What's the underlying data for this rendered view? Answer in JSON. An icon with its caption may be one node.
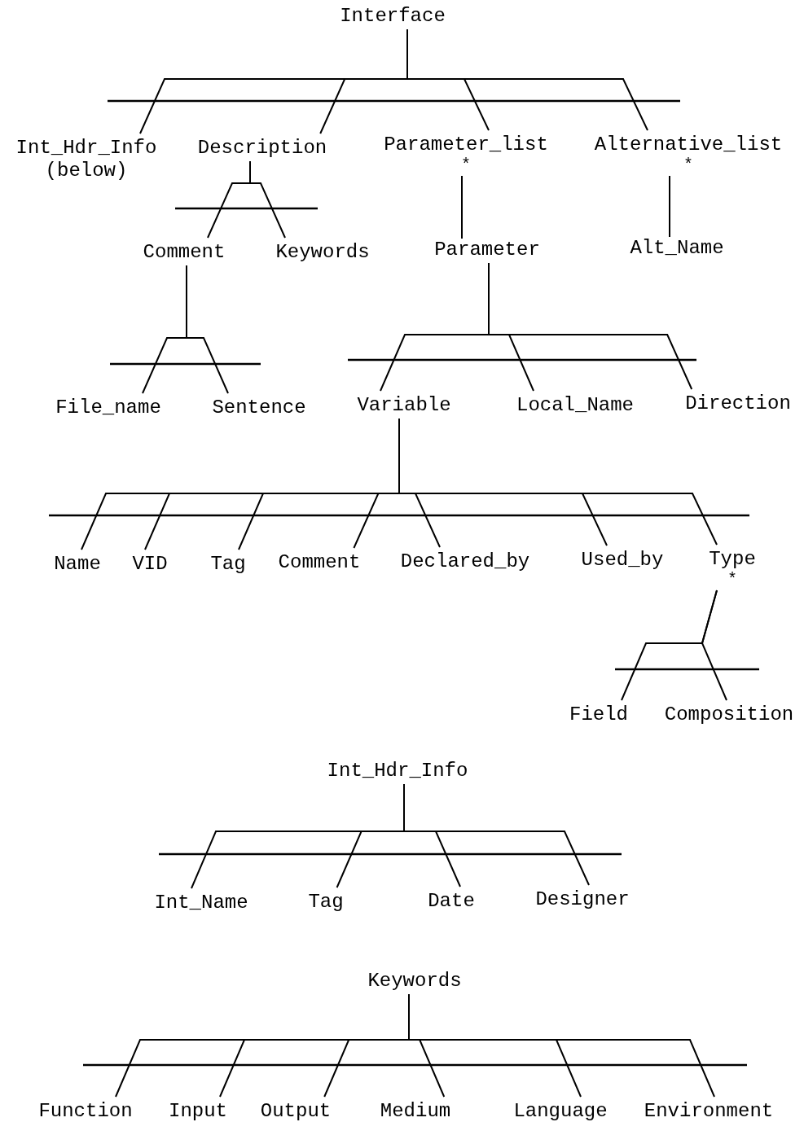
{
  "diagram": {
    "nodes": [
      {
        "text": [
          "Interface"
        ]
      },
      {
        "text": [
          "Int_Hdr_Info",
          "(below)"
        ]
      },
      {
        "text": [
          "Description"
        ]
      },
      {
        "text": [
          "Parameter_list"
        ],
        "beside": [
          "*"
        ]
      },
      {
        "text": [
          "Alternative_list"
        ],
        "beside": [
          "*"
        ]
      },
      {
        "text": [
          "Comment"
        ]
      },
      {
        "text": [
          "Keywords"
        ]
      },
      {
        "text": [
          "Parameter"
        ]
      },
      {
        "text": [
          "Alt_Name"
        ]
      },
      {
        "text": [
          "File_name"
        ]
      },
      {
        "text": [
          "Sentence"
        ]
      },
      {
        "text": [
          "Variable"
        ]
      },
      {
        "text": [
          "Local_Name"
        ]
      },
      {
        "text": [
          "Direction"
        ]
      },
      {
        "text": [
          "Name"
        ]
      },
      {
        "text": [
          "VID"
        ]
      },
      {
        "text": [
          "Tag"
        ]
      },
      {
        "text": [
          "Comment"
        ]
      },
      {
        "text": [
          "Declared_by"
        ]
      },
      {
        "text": [
          "Used_by"
        ]
      },
      {
        "text": [
          "Type"
        ],
        "beside": [
          "*"
        ]
      },
      {
        "text": [
          "Field"
        ]
      },
      {
        "text": [
          "Composition"
        ]
      },
      {
        "text": [
          "Int_Hdr_Info"
        ]
      },
      {
        "text": [
          "Int_Name"
        ]
      },
      {
        "text": [
          "Tag"
        ]
      },
      {
        "text": [
          "Date"
        ]
      },
      {
        "text": [
          "Designer"
        ]
      },
      {
        "text": [
          "Keywords"
        ]
      },
      {
        "text": [
          "Function"
        ]
      },
      {
        "text": [
          "Input"
        ]
      },
      {
        "text": [
          "Output"
        ]
      },
      {
        "text": [
          "Medium"
        ]
      },
      {
        "text": [
          "Language"
        ]
      },
      {
        "text": [
          "Environment"
        ]
      }
    ],
    "edges": [
      {
        "from": 0,
        "to": 1,
        "arrow": "none"
      },
      {
        "from": 0,
        "to": 2,
        "arrow": "none"
      },
      {
        "from": 0,
        "to": 3,
        "arrow": "none"
      },
      {
        "from": 0,
        "to": 4,
        "arrow": "none"
      },
      {
        "from": 2,
        "to": 5,
        "arrow": "none"
      },
      {
        "from": 2,
        "to": 6,
        "arrow": "none"
      },
      {
        "from": 3,
        "to": 7,
        "arrow": "none"
      },
      {
        "from": 4,
        "to": 8,
        "arrow": "none"
      },
      {
        "from": 5,
        "to": 9,
        "arrow": "none"
      },
      {
        "from": 5,
        "to": 10,
        "arrow": "none"
      },
      {
        "from": 7,
        "to": 11,
        "arrow": "none"
      },
      {
        "from": 7,
        "to": 12,
        "arrow": "none"
      },
      {
        "from": 7,
        "to": 13,
        "arrow": "none"
      },
      {
        "from": 11,
        "to": 14,
        "arrow": "none"
      },
      {
        "from": 11,
        "to": 15,
        "arrow": "none"
      },
      {
        "from": 11,
        "to": 16,
        "arrow": "none"
      },
      {
        "from": 11,
        "to": 17,
        "arrow": "none"
      },
      {
        "from": 11,
        "to": 18,
        "arrow": "none"
      },
      {
        "from": 11,
        "to": 19,
        "arrow": "none"
      },
      {
        "from": 11,
        "to": 20,
        "arrow": "none"
      },
      {
        "from": 20,
        "to": 21,
        "arrow": "none"
      },
      {
        "from": 20,
        "to": 22,
        "arrow": "none"
      },
      {
        "from": 23,
        "to": 24,
        "arrow": "none"
      },
      {
        "from": 23,
        "to": 25,
        "arrow": "none"
      },
      {
        "from": 23,
        "to": 26,
        "arrow": "none"
      },
      {
        "from": 23,
        "to": 27,
        "arrow": "none"
      },
      {
        "from": 28,
        "to": 29,
        "arrow": "none"
      },
      {
        "from": 28,
        "to": 30,
        "arrow": "none"
      },
      {
        "from": 28,
        "to": 31,
        "arrow": "none"
      },
      {
        "from": 28,
        "to": 32,
        "arrow": "none"
      },
      {
        "from": 28,
        "to": 33,
        "arrow": "none"
      },
      {
        "from": 28,
        "to": 34,
        "arrow": "none"
      }
    ]
  }
}
